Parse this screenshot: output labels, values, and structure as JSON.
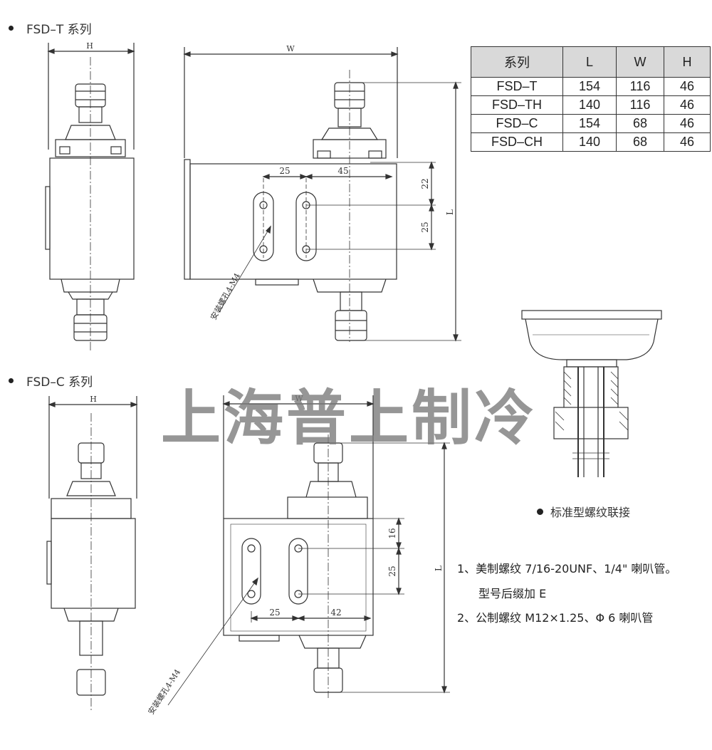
{
  "sections": {
    "t_series": "FSD–T 系列",
    "c_series": "FSD–C 系列"
  },
  "dims": {
    "h": "H",
    "w": "W",
    "l": "L",
    "d25": "25",
    "d45": "45",
    "d22": "22",
    "d42": "42",
    "d16": "16",
    "mount_hole": "安装螺孔4-M4"
  },
  "table": {
    "headers": [
      "系列",
      "L",
      "W",
      "H"
    ],
    "rows": [
      [
        "FSD–T",
        "154",
        "116",
        "46"
      ],
      [
        "FSD–TH",
        "140",
        "116",
        "46"
      ],
      [
        "FSD–C",
        "154",
        "68",
        "46"
      ],
      [
        "FSD–CH",
        "140",
        "68",
        "46"
      ]
    ]
  },
  "connection_label": "标准型螺纹联接",
  "notes": {
    "n1_line1": "1、美制螺纹 7/16-20UNF、1/4\" 喇叭管。",
    "n1_line2": "型号后缀加 E",
    "n2": "2、公制螺纹 M12×1.25、Φ 6 喇叭管"
  },
  "watermark": "上海普上制冷",
  "colors": {
    "line": "#333333",
    "header_bg": "#d9d9d9",
    "watermark": "#7a7a7a"
  }
}
